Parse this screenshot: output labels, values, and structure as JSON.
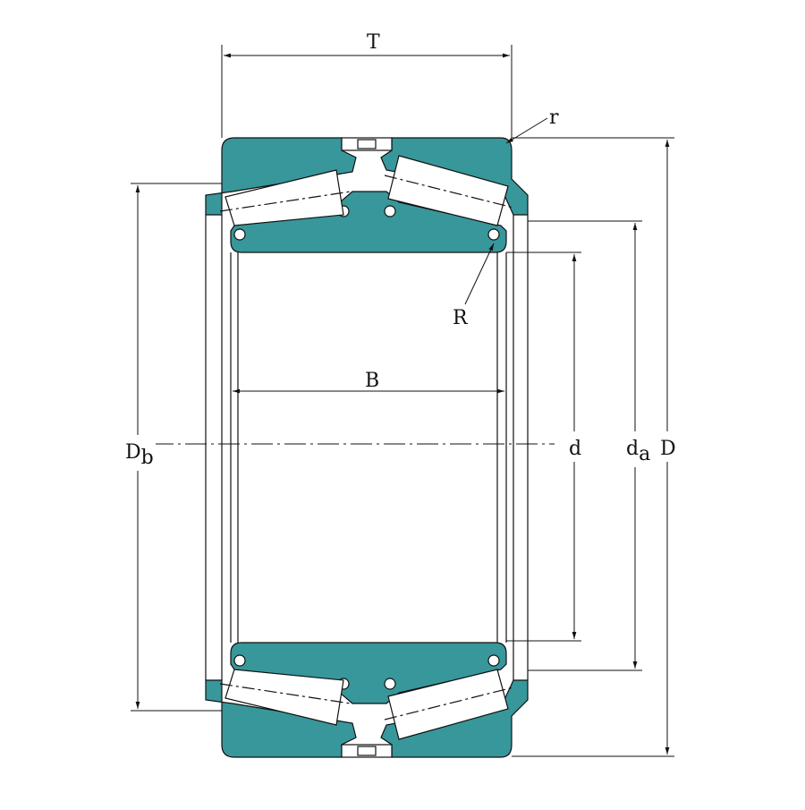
{
  "labels": {
    "T": "T",
    "r": "r",
    "R": "R",
    "B": "B",
    "Db_main": "D",
    "Db_sub": "b",
    "d": "d",
    "da_main": "d",
    "da_sub": "a",
    "D": "D"
  },
  "colors": {
    "steel": "#37979A",
    "line": "#111111",
    "background": "#FFFFFF"
  }
}
